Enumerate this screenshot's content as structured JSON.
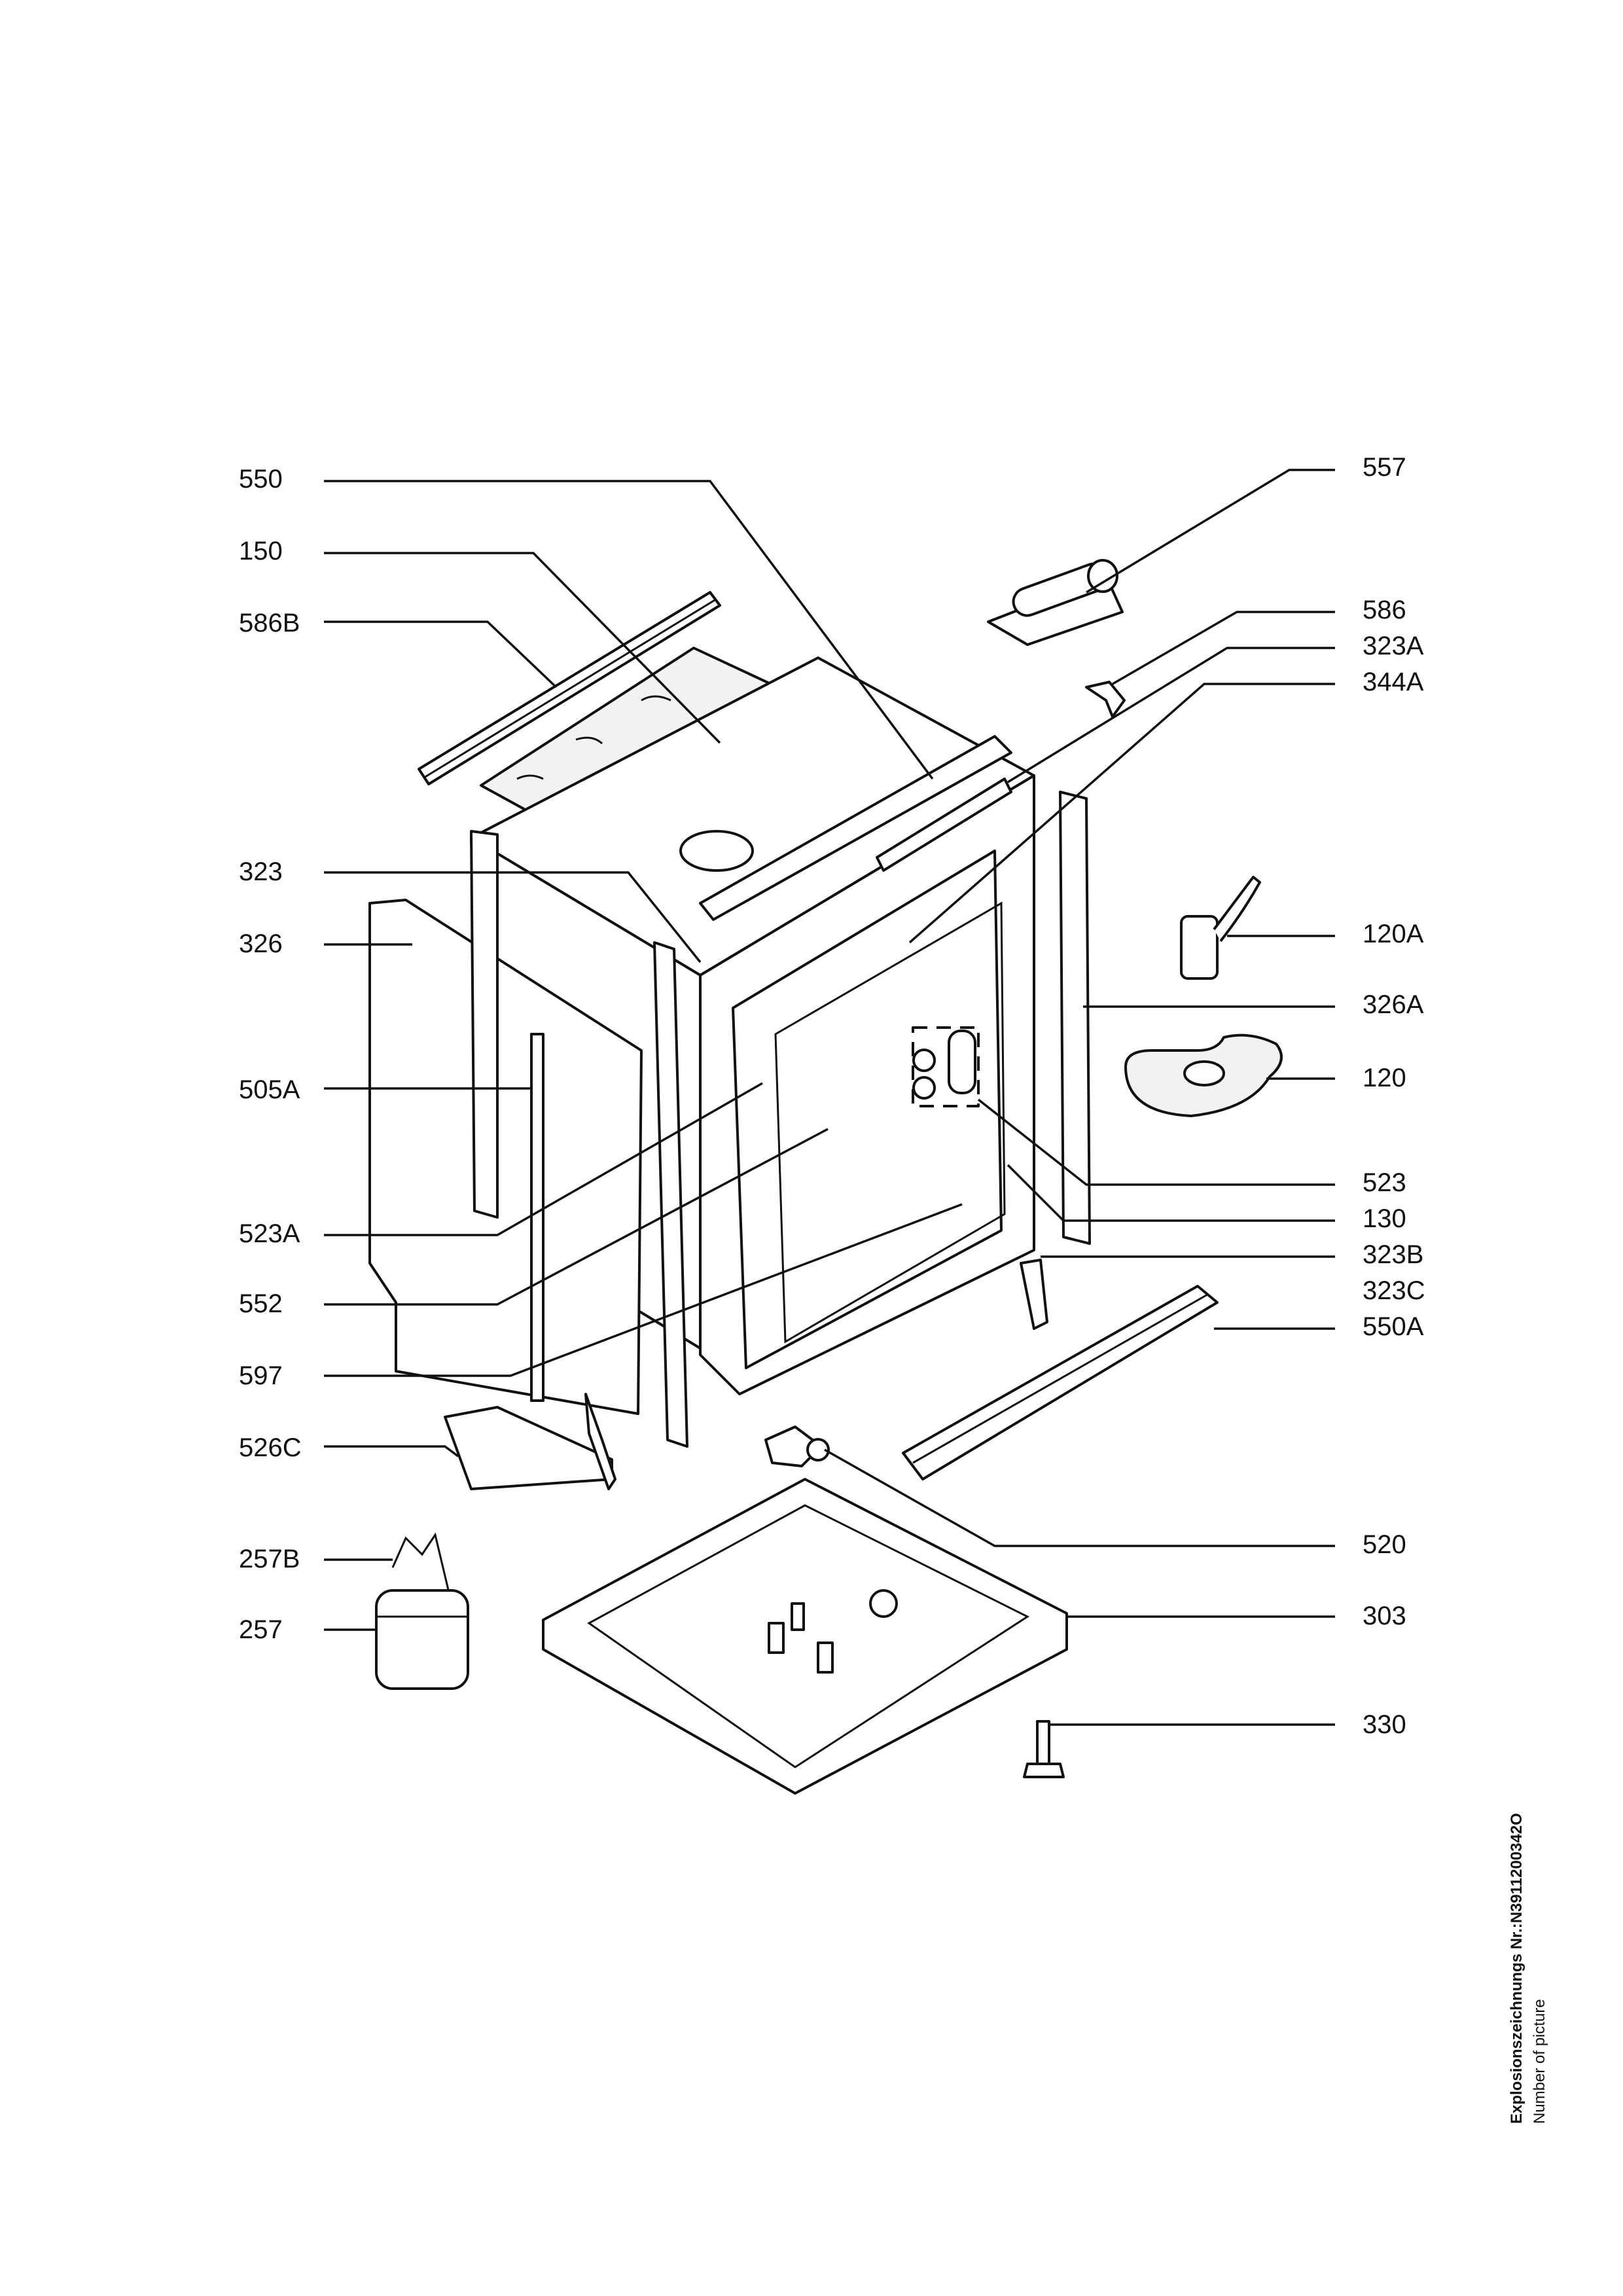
{
  "parts": {
    "p550": "550",
    "p150": "150",
    "p586B": "586B",
    "p323": "323",
    "p326": "326",
    "p505A": "505A",
    "p523A": "523A",
    "p552": "552",
    "p597": "597",
    "p526C": "526C",
    "p257B": "257B",
    "p257": "257",
    "p557": "557",
    "p586": "586",
    "p323A": "323A",
    "p344A": "344A",
    "p120A": "120A",
    "p326A": "326A",
    "p120": "120",
    "p523": "523",
    "p130": "130",
    "p323B": "323B",
    "p323C": "323C",
    "p550A": "550A",
    "p520": "520",
    "p303": "303",
    "p330": "330"
  },
  "footer": {
    "title": "Explosionszeichnungs  Nr.:N3911200342O",
    "subtitle": "Number of picture"
  }
}
